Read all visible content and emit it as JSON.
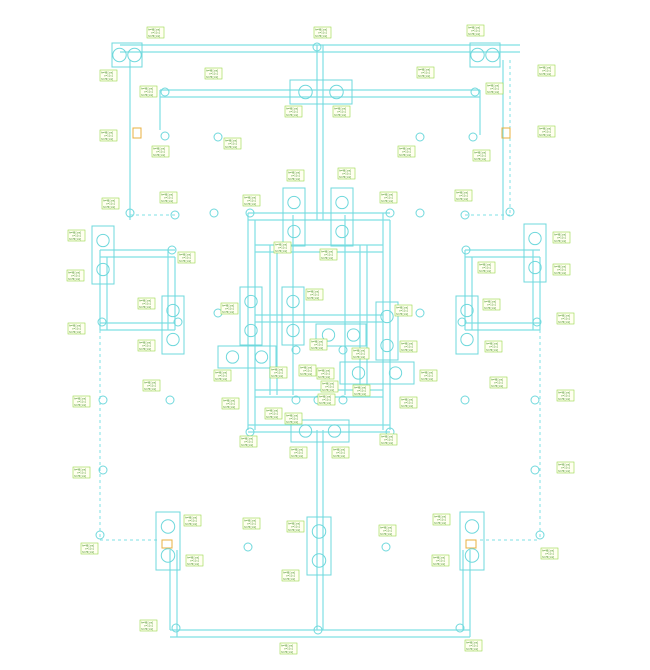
{
  "drawing": {
    "line_color": "#7fe0e4",
    "label_border_color": "#9ad84a",
    "label_text_color": "#3a8a1a",
    "accent_color": "#e8b040",
    "pile_tag": {
      "line1": "h=48[cm]",
      "line2": "c=1[c]",
      "line3": "h=70[cm]"
    }
  }
}
